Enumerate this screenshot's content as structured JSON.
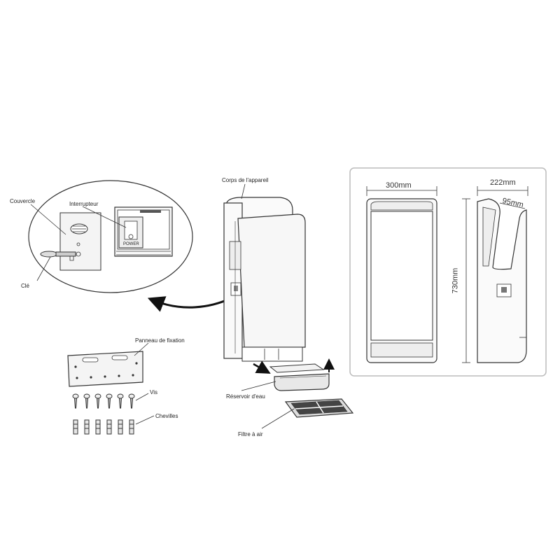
{
  "labels": {
    "couvercle": "Couvercle",
    "interrupteur": "Interrupteur",
    "cle": "Clé",
    "power": "POWER",
    "corps": "Corps de l'appareil",
    "panneau": "Panneau de fixation",
    "vis": "Vis",
    "chevilles": "Chevilles",
    "reservoir": "Réservoir d'eau",
    "filtre": "Filtre à air"
  },
  "dimensions": {
    "width": "300mm",
    "depth": "222mm",
    "height": "730mm",
    "top_depth": "95mm"
  },
  "colors": {
    "line": "#333333",
    "panel_border": "#bbbbbb"
  }
}
